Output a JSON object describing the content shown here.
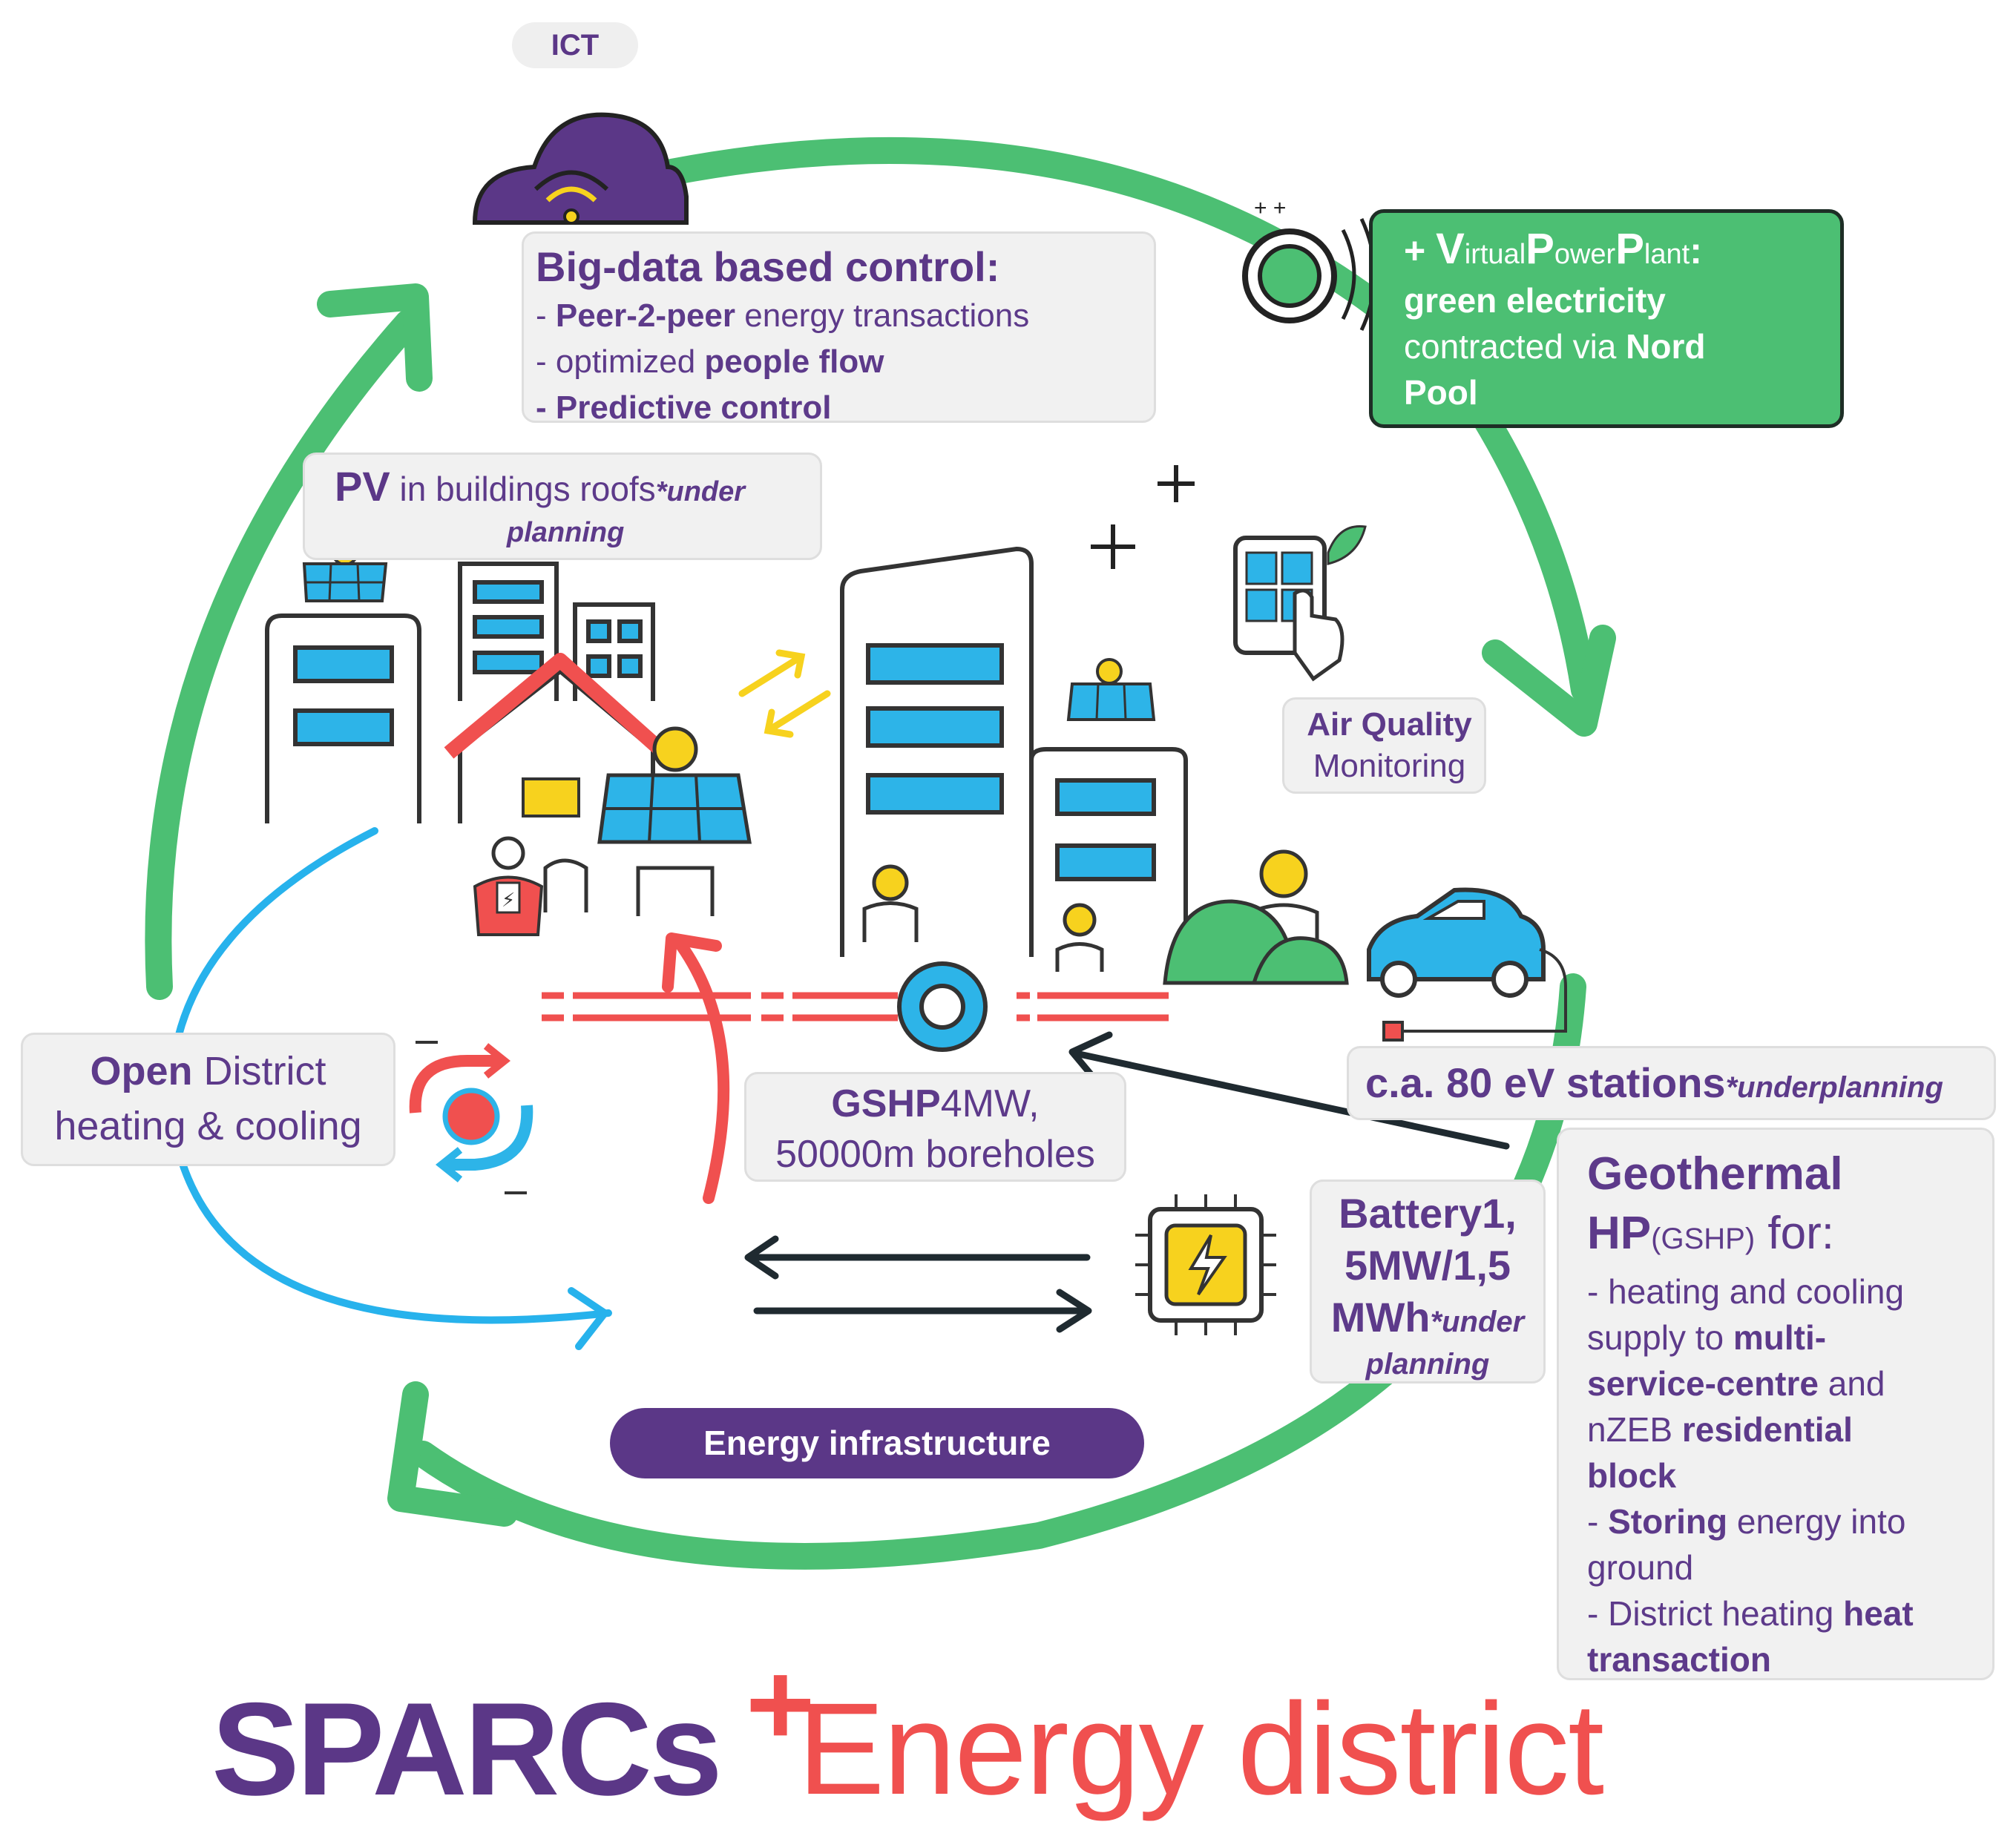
{
  "ict_label": "ICT",
  "big_data": {
    "title": "Big-data based control:",
    "line1_dash": "- ",
    "line1_bold": "Peer-2-peer",
    "line1_rest": " energy transactions",
    "line2_pre": "- optimized ",
    "line2_bold": "people flow",
    "line3": "- Predictive control"
  },
  "vpp": {
    "plus": "+ ",
    "v": "V",
    "irtual": "irtual",
    "p1": "P",
    "ower": "ower",
    "p2": "P",
    "lant": "lant",
    "colon": ":",
    "line2": "green electricity",
    "line3_pre": "contracted via ",
    "line3_bold": "Nord",
    "line4": "Pool"
  },
  "pv": {
    "bold": "PV",
    "rest": " in buildings roofs",
    "note1": "*under",
    "note2": "planning"
  },
  "air_quality": {
    "line1": "Air Quality",
    "line2": "Monitoring"
  },
  "district_heating": {
    "bold": "Open",
    "rest": " District",
    "line2": "heating & cooling"
  },
  "gshp": {
    "bold": "GSHP",
    "rest": "4MW,",
    "line2": "50000m boreholes"
  },
  "ev": {
    "text": "c.a. 80 eV stations",
    "note": "*underplanning"
  },
  "battery": {
    "line1": "Battery1,",
    "line2": "5MW/1,5",
    "line3": "MWh",
    "note1": "*under",
    "note2": "planning"
  },
  "geothermal": {
    "title1": "Geothermal",
    "title2_bold": "HP",
    "title2_small": "(GSHP)",
    "title2_rest": " for:",
    "l1": "- heating and cooling",
    "l2_pre": "supply to ",
    "l2_bold": "multi-",
    "l3_bold": "service-centre",
    "l3_rest": " and",
    "l4_pre": "nZEB ",
    "l4_bold": "residential",
    "l5_bold": "block",
    "l6_pre": "- ",
    "l6_bold": "Storing",
    "l6_rest": " energy into",
    "l7": "ground",
    "l8_pre": "- District heating ",
    "l8_bold": "heat",
    "l9_bold": "transaction"
  },
  "energy_infra": "Energy infrastructure",
  "brand": {
    "part1": "SPARCs",
    "plus": "+",
    "part2": "Energy district"
  },
  "colors": {
    "green": "#4cbf73",
    "purple": "#5b3787",
    "blue_cycle": "#27b2ec",
    "red": "#f0504f",
    "cyan": "#2db4e8",
    "yellow": "#f7d21e"
  }
}
